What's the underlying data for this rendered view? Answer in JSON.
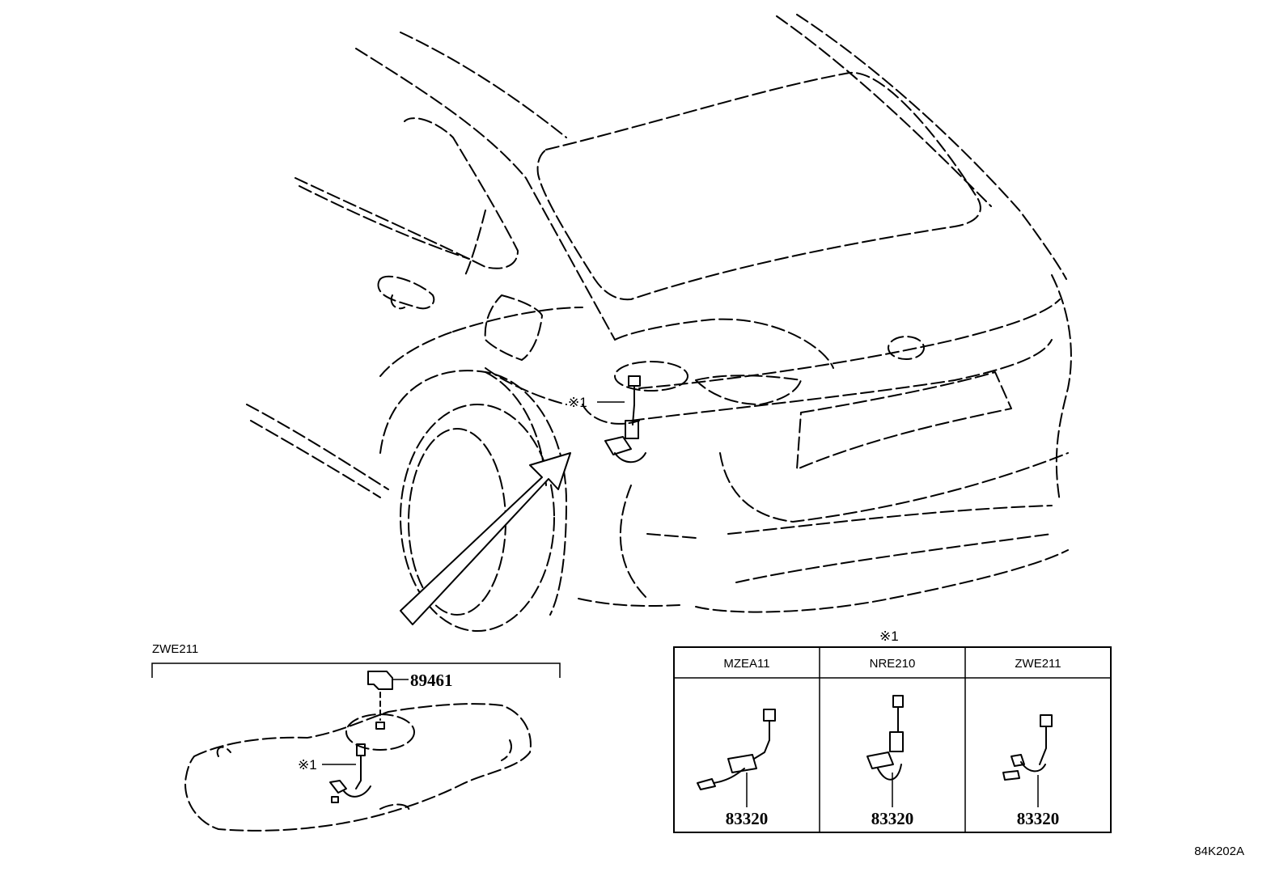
{
  "diagram": {
    "main_view": {
      "callout_marker": "※1"
    },
    "zwe_panel": {
      "model_label": "ZWE211",
      "part_number": "89461",
      "callout_marker": "※1"
    },
    "variant_table": {
      "header_marker": "※1",
      "columns": [
        {
          "model": "MZEA11",
          "part_number": "83320"
        },
        {
          "model": "NRE210",
          "part_number": "83320"
        },
        {
          "model": "ZWE211",
          "part_number": "83320"
        }
      ]
    },
    "illustration_code": "84K202A"
  }
}
